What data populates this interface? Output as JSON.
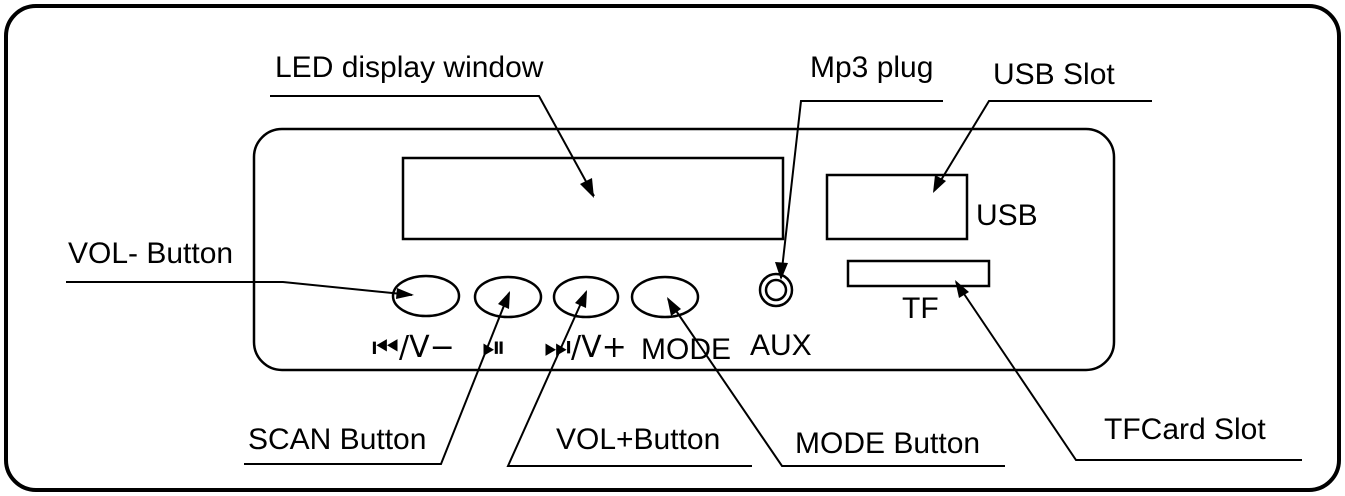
{
  "callouts": {
    "led_display_window": "LED display window",
    "mp3_plug": "Mp3 plug",
    "usb_slot": "USB Slot",
    "vol_minus_button": "VOL- Button",
    "scan_button": "SCAN Button",
    "vol_plus_button": "VOL+Button",
    "mode_button": "MODE Button",
    "tfcard_slot": "TFCard Slot"
  },
  "panel_labels": {
    "prev_vol_minus": "⏮/V−",
    "play_pause": "⏯",
    "next_vol_plus": "⏭/V+",
    "mode": "MODE",
    "aux": "AUX",
    "usb": "USB",
    "tf": "TF"
  }
}
